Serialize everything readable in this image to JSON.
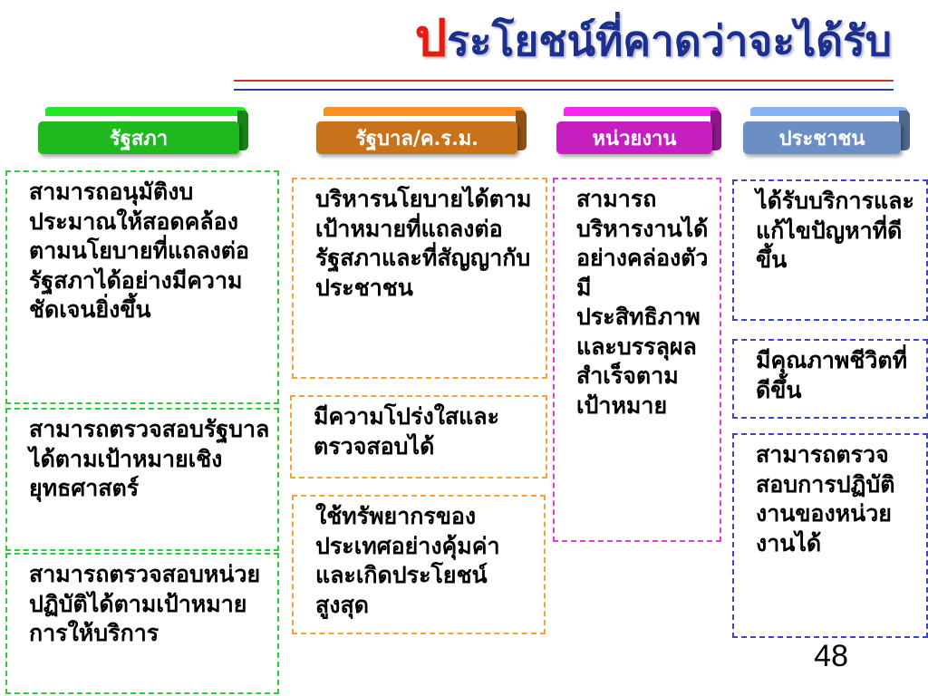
{
  "title": {
    "first_char": "ป",
    "rest": "ระโยชน์ที่คาดว่าจะได้รับ"
  },
  "headers": [
    {
      "label": "รัฐสภา",
      "color": "#1fb81f"
    },
    {
      "label": "รัฐบาล/ค.ร.ม.",
      "color": "#c9721c"
    },
    {
      "label": "หน่วยงาน",
      "color": "#c61fc0"
    },
    {
      "label": "ประชาชน",
      "color": "#6b8fc4"
    }
  ],
  "parliament": [
    {
      "text": "สามารถอนุมัติงบประมาณให้สอดคล้องตามนโยบายที่แถลงต่อรัฐสภาได้อย่างมีความชัดเจนยิ่งขึ้น"
    },
    {
      "text": "สามารถตรวจสอบรัฐบาลได้ตามเป้าหมายเชิงยุทธศาสตร์"
    },
    {
      "text": "สามารถตรวจสอบหน่วยปฏิบัติได้ตามเป้าหมายการให้บริการ"
    }
  ],
  "government": [
    {
      "text": "บริหารนโยบายได้ตามเป้าหมายที่แถลงต่อรัฐสภาและที่สัญญากับประชาชน"
    },
    {
      "text": "มีความโปร่งใสและตรวจสอบได้"
    },
    {
      "text": "ใช้ทรัพยากรของประเทศอย่างคุ้มค่าและเกิดประโยชน์สูงสุด"
    }
  ],
  "agency": [
    {
      "text": "สามารถบริหารงานได้อย่างคล่องตัว มีประสิทธิภาพและบรรลุผลสำเร็จตามเป้าหมาย"
    }
  ],
  "citizens": [
    {
      "text": "ได้รับบริการและแก้ไขปัญหาที่ดีขึ้น"
    },
    {
      "text": "มีคุณภาพชีวิตที่ดีขึ้น"
    },
    {
      "text": "สามารถตรวจสอบการปฏิบัติงานของหน่วยงานได้"
    }
  ],
  "page_number": "48"
}
